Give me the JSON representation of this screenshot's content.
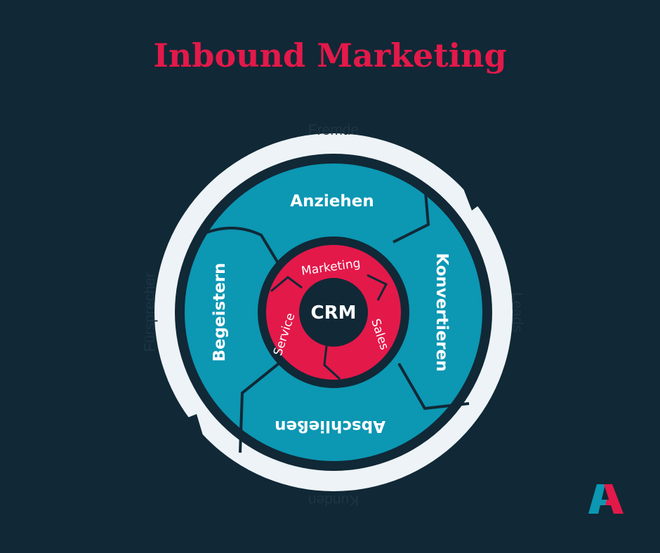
{
  "title": "Inbound Marketing",
  "outer_ring": {
    "top": "Fremde",
    "right": "Leads",
    "bottom": "Kunden",
    "left": "Fürsprecher"
  },
  "stages": {
    "top": "Anziehen",
    "right": "Konvertieren",
    "bottom": "Abschließen",
    "left": "Begeistern"
  },
  "crm_ring": {
    "top": "Marketing",
    "right": "Sales",
    "left": "Service"
  },
  "center": "CRM",
  "colors": {
    "background": "#112836",
    "accent": "#e3194a",
    "teal": "#0c97b3",
    "ring": "#edf3f6"
  }
}
